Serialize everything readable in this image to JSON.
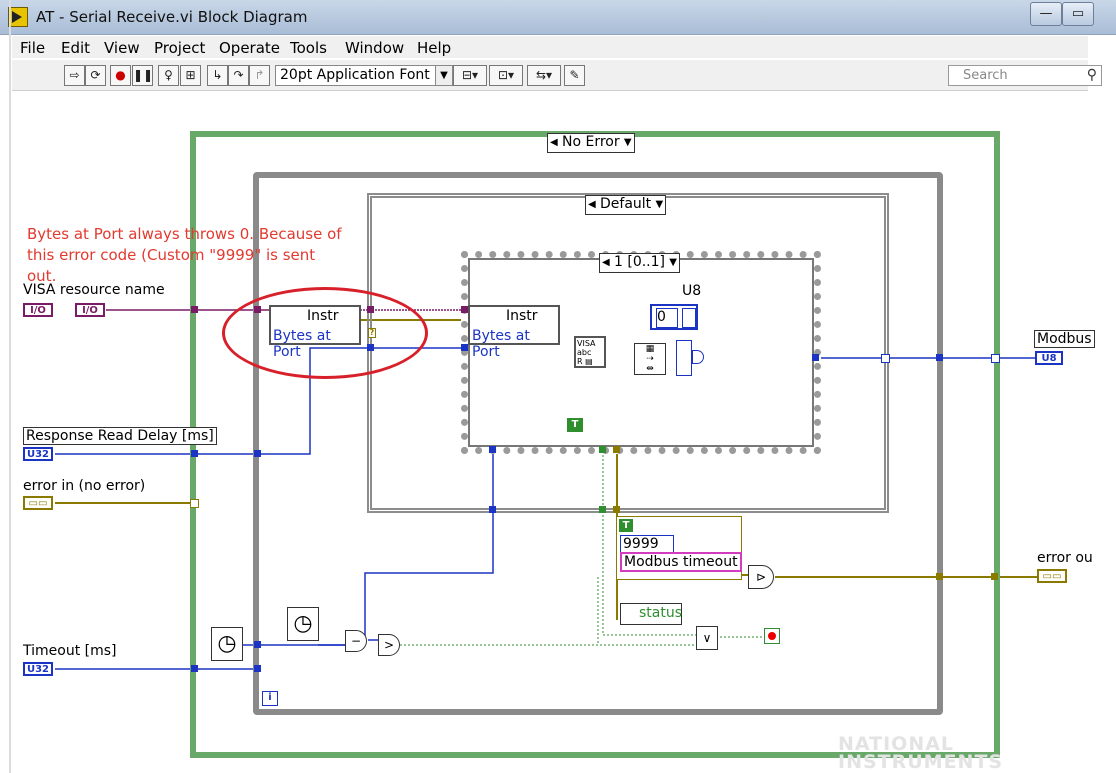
{
  "window": {
    "title": "AT - Serial Receive.vi Block Diagram"
  },
  "menu": [
    "File",
    "Edit",
    "View",
    "Project",
    "Operate",
    "Tools",
    "Window",
    "Help"
  ],
  "toolbar": {
    "font_select": "20pt Application Font",
    "search_placeholder": "Search"
  },
  "diagram": {
    "outer_case": "No Error",
    "inner_case": "Default",
    "sequence_frame": "1 [0..1]",
    "annotation": "Bytes at Port always throws 0. Because of this error code (Custom \"9999\" is sent out.",
    "controls": {
      "visa_resource": "VISA resource name",
      "response_read_delay": "Response Read Delay [ms]",
      "error_in": "error in (no error)",
      "timeout": "Timeout [ms]"
    },
    "indicators": {
      "modbus": "Modbus",
      "error_out": "error ou"
    },
    "property_node_1": {
      "class": "Instr",
      "property": "Bytes at Port"
    },
    "property_node_2": {
      "class": "Instr",
      "property": "Bytes at Port"
    },
    "u8_label": "U8",
    "u8_value": "0",
    "error_code": "9999",
    "error_message": "Modbus timeout",
    "status_label": "status",
    "bool_true": "T",
    "loop_iter": "i",
    "type_badges": {
      "io": "I/O",
      "u32": "U32",
      "u8": "U8"
    },
    "watermark": "NATIONAL INSTRUMENTS",
    "colors": {
      "loop_green": "#2f8f2f",
      "error_wire": "#8a7a00",
      "int_wire": "#1b34c4",
      "visa_wire": "#7a1b66",
      "annotation": "#e23a2f"
    }
  }
}
